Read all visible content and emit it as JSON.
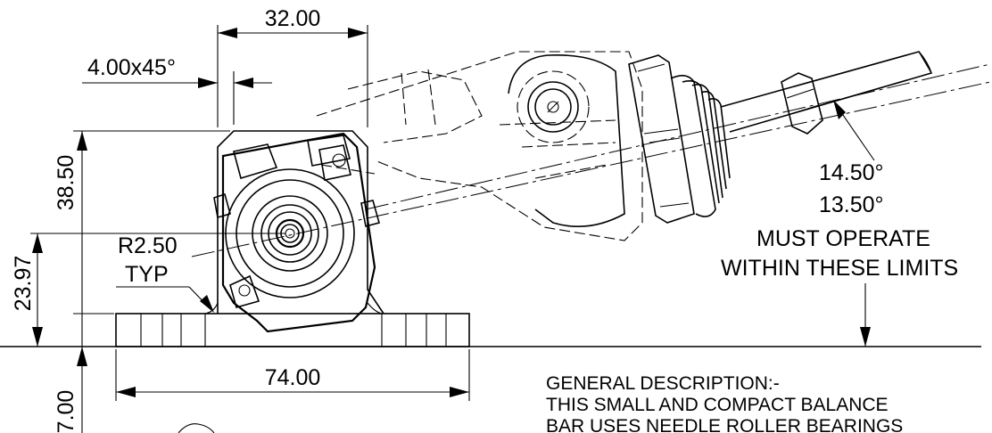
{
  "dimensions": {
    "top_width": "32.00",
    "chamfer": "4.00x45°",
    "body_height": "38.50",
    "center_height": "23.97",
    "fillet_radius": "R2.50",
    "fillet_note": "TYP",
    "base_width": "74.00",
    "lower_height": "7.00"
  },
  "angles": {
    "max": "14.50°",
    "min": "13.50°",
    "note_line1": "MUST OPERATE",
    "note_line2": "WITHIN THESE LIMITS"
  },
  "description": {
    "heading": "GENERAL DESCRIPTION:-",
    "line1": "THIS SMALL AND COMPACT BALANCE",
    "line2": "BAR USES NEEDLE ROLLER BEARINGS"
  }
}
